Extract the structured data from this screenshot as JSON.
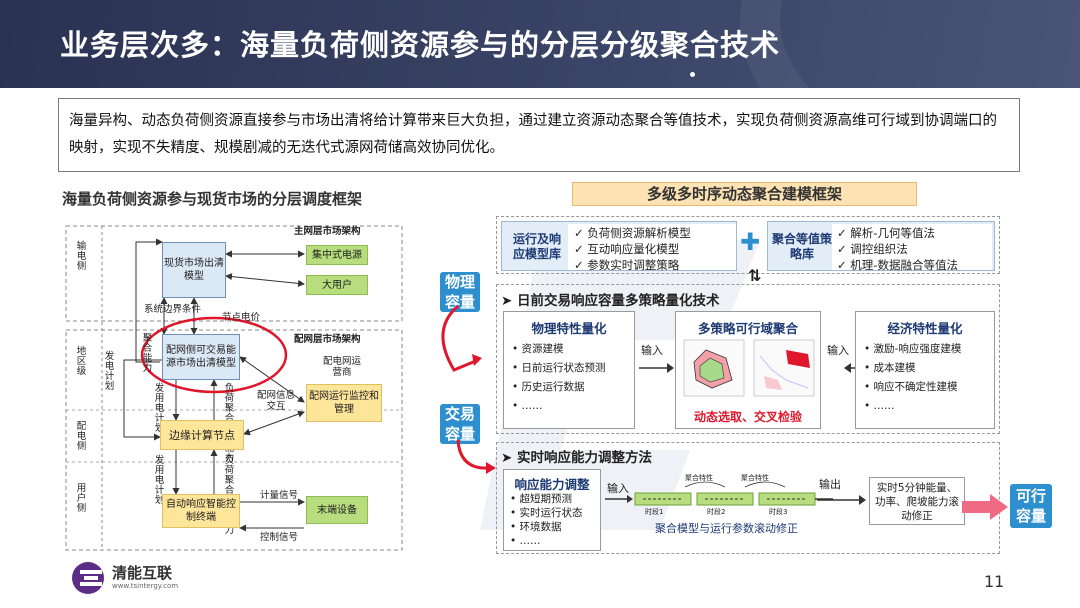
{
  "header": {
    "title": "业务层次多：海量负荷侧资源参与的分层分级聚合技术"
  },
  "intro": {
    "text": "海量异构、动态负荷侧资源直接参与市场出清将给计算带来巨大负担，通过建立资源动态聚合等值技术，实现负荷侧资源高维可行域到协调端口的映射，实现不失精度、规模剧减的无迭代式源网荷储高效协同优化。"
  },
  "left": {
    "section_title": "海量负荷侧资源参与现货市场的分层调度框架",
    "main_grid_arch": "主网层市场架构",
    "dist_grid_arch": "配网层市场架构",
    "band_transmission": "输电侧",
    "band_region": "地区级",
    "band_distribution": "配电侧",
    "band_user": "用户侧",
    "spot_market": "现货市场出清模型",
    "central_power": "集中式电源",
    "large_user": "大用户",
    "dist_trade": "配网侧可交易能源市场出清模型",
    "dist_operator": "配电网运营商",
    "dist_monitor": "配网运行监控和管理",
    "edge_node": "边缘计算节点",
    "auto_terminal": "自动响应智能控制终端",
    "end_device": "末端设备",
    "lbl_sys_boundary": "系统边界条件",
    "lbl_node_price": "节点电价",
    "lbl_gen_plan": "发电计划",
    "lbl_resp_capacity": "聚合能力",
    "lbl_elec_plan": "发用电计划",
    "lbl_agg_ability": "负荷聚合调节能力",
    "lbl_dist_info": "配网信息交互",
    "lbl_gen_plan2": "发用电计划",
    "lbl_agg_ability2": "负荷聚合调节能力",
    "lbl_metering": "计量信号",
    "lbl_control": "控制信号"
  },
  "right": {
    "section_title": "多级多时序动态聚合建模框架",
    "model_lib_title": "运行及响应模型库",
    "model_lib_items": [
      "负荷侧资源解析模型",
      "互动响应量化模型",
      "参数实时调整策略"
    ],
    "equiv_lib_title": "聚合等值策略库",
    "equiv_lib_items": [
      "解析-几何等值法",
      "调控组织法",
      "机理-数据融合等值法"
    ],
    "physical_capacity": "物理容量",
    "trading_capacity": "交易容量",
    "feasible_capacity": "可行容量",
    "dayahead": {
      "title": "日前交易响应容量多策略量化技术",
      "phys_title": "物理特性量化",
      "phys_items": [
        "资源建模",
        "日前运行状态预测",
        "历史运行数据",
        "……"
      ],
      "input1": "输入",
      "multi_title": "多策略可行域聚合",
      "multi_caption": "动态选取、交叉检验",
      "input2": "输入",
      "econ_title": "经济特性量化",
      "econ_items": [
        "激励-响应强度建模",
        "成本建模",
        "响应不确定性建模",
        "……"
      ]
    },
    "realtime": {
      "title": "实时响应能力调整方法",
      "resp_title": "响应能力调整",
      "resp_items": [
        "超短期预测",
        "实时运行状态",
        "环境数据",
        "……"
      ],
      "input": "输入",
      "output": "输出",
      "stage_labels": [
        "聚合特性",
        "聚合特性"
      ],
      "period_labels": [
        "时段1",
        "时段2",
        "时段3"
      ],
      "caption": "聚合模型与运行参数滚动修正",
      "result": "实时5分钟能量、功率、爬坡能力滚动修正"
    }
  },
  "footer": {
    "logo_name": "清能互联",
    "logo_url": "www.tsintergy.com",
    "page_number": "11"
  },
  "colors": {
    "header_bg": "#363f5f",
    "accent_blue": "#2e8fcf",
    "panel_title": "#1f3b75",
    "highlight_red": "#e0162b",
    "output_arrow": "#ef6b84"
  }
}
